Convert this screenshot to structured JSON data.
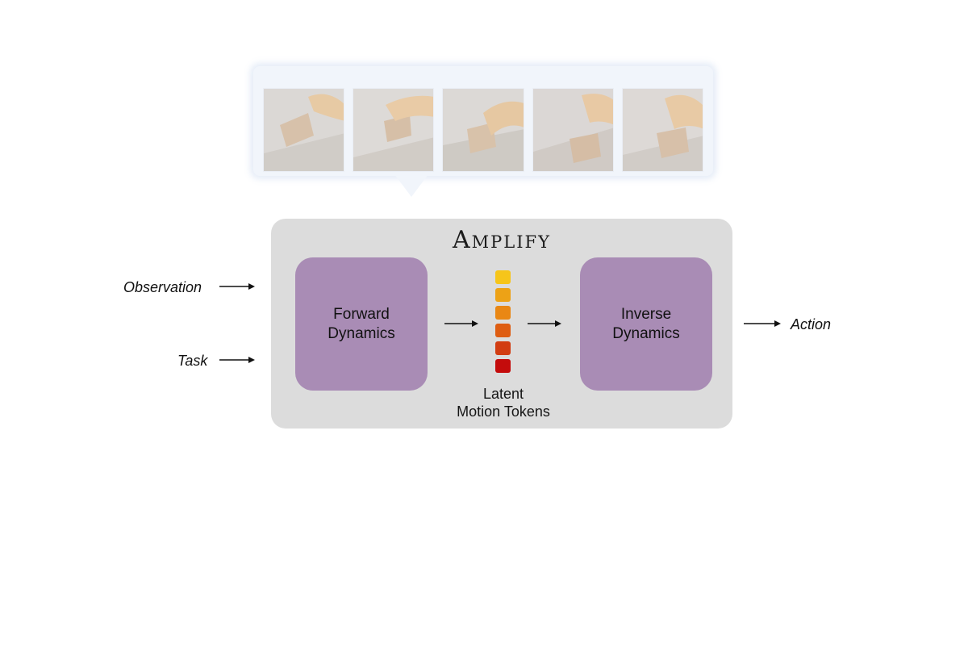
{
  "title": "Amplify",
  "inputs": {
    "observation": "Observation",
    "task": "Task"
  },
  "output": {
    "action": "Action"
  },
  "forward_block": {
    "line1": "Forward",
    "line2": "Dynamics"
  },
  "inverse_block": {
    "line1": "Inverse",
    "line2": "Dynamics"
  },
  "latent": {
    "line1": "Latent",
    "line2": "Motion Tokens",
    "token_colors": [
      "#f6c51a",
      "#eda216",
      "#e98714",
      "#de5d12",
      "#d23d12",
      "#c40c0c"
    ]
  },
  "frames_count": 5,
  "colors": {
    "panel": "#dcdcdc",
    "block": "#a98cb5",
    "strip": "#f1f5fb"
  }
}
